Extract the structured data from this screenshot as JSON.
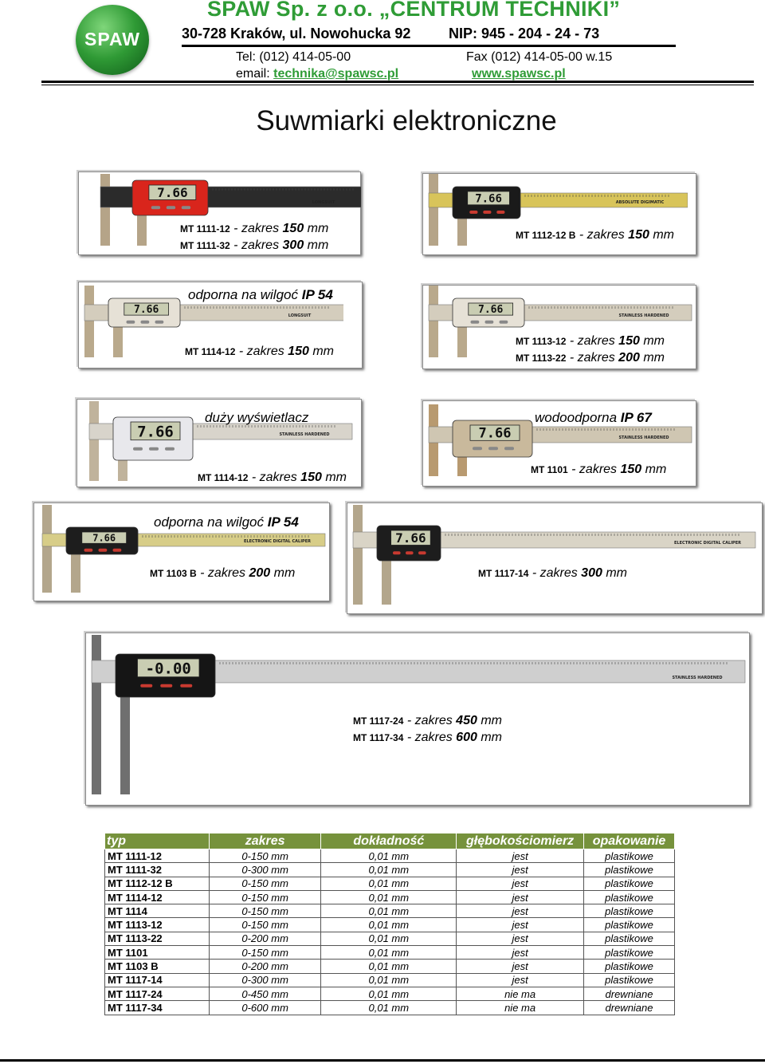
{
  "header": {
    "logo_text": "SPAW",
    "company": "SPAW Sp. z o.o. „CENTRUM TECHNIKI”",
    "address": "30-728 Kraków,  ul. Nowohucka 92",
    "nip": "NIP: 945 - 204 - 24 - 73",
    "tel": "Tel:  (012) 414-05-00",
    "fax": "Fax (012) 414-05-00 w.15",
    "email_label": "email: ",
    "email": "technika@spawsc.pl",
    "www": "www.spawsc.pl"
  },
  "title": "Suwmiarki elektroniczne",
  "products": [
    {
      "code": "MT 1111-12",
      "range": "150",
      "unit": "mm"
    },
    {
      "code": "MT 1111-32",
      "range": "300",
      "unit": "mm"
    },
    {
      "code": "MT 1112-12 B",
      "range": "150",
      "unit": "mm"
    },
    {
      "code": "MT 1114-12",
      "range": "150",
      "unit": "mm",
      "note": "odporna na wilgoć",
      "note_bold": "IP 54"
    },
    {
      "code": "MT 1113-12",
      "range": "150",
      "unit": "mm"
    },
    {
      "code": "MT 1113-22",
      "range": "200",
      "unit": "mm"
    },
    {
      "code": "MT 1114-12",
      "range": "150",
      "unit": "mm",
      "note": "duży wyświetlacz"
    },
    {
      "code": "MT 1101",
      "range": "150",
      "unit": "mm",
      "note": "wodoodporna",
      "note_bold": "IP 67"
    },
    {
      "code": "MT 1103 B",
      "range": "200",
      "unit": "mm",
      "note": "odporna na wilgoć",
      "note_bold": "IP 54"
    },
    {
      "code": "MT 1117-14",
      "range": "300",
      "unit": "mm"
    },
    {
      "code": "MT 1117-24",
      "range": "450",
      "unit": "mm"
    },
    {
      "code": "MT 1117-34",
      "range": "600",
      "unit": "mm"
    }
  ],
  "range_word": " - zakres ",
  "table": {
    "headers": [
      "typ",
      "zakres",
      "dokładność",
      "głębokościomierz",
      "opakowanie"
    ],
    "rows": [
      [
        "MT 1111-12",
        "0-150 mm",
        "0,01 mm",
        "jest",
        "plastikowe"
      ],
      [
        "MT 1111-32",
        "0-300 mm",
        "0,01 mm",
        "jest",
        "plastikowe"
      ],
      [
        "MT 1112-12 B",
        "0-150 mm",
        "0,01 mm",
        "jest",
        "plastikowe"
      ],
      [
        "MT 1114-12",
        "0-150 mm",
        "0,01 mm",
        "jest",
        "plastikowe"
      ],
      [
        "MT 1114",
        "0-150 mm",
        "0,01 mm",
        "jest",
        "plastikowe"
      ],
      [
        "MT 1113-12",
        "0-150 mm",
        "0,01 mm",
        "jest",
        "plastikowe"
      ],
      [
        "MT 1113-22",
        "0-200 mm",
        "0,01 mm",
        "jest",
        "plastikowe"
      ],
      [
        "MT 1101",
        "0-150 mm",
        "0,01 mm",
        "jest",
        "plastikowe"
      ],
      [
        "MT 1103 B",
        "0-200 mm",
        "0,01 mm",
        "jest",
        "plastikowe"
      ],
      [
        "MT 1117-14",
        "0-300 mm",
        "0,01 mm",
        "jest",
        "plastikowe"
      ],
      [
        "MT 1117-24",
        "0-450 mm",
        "0,01 mm",
        "nie ma",
        "drewniane"
      ],
      [
        "MT 1117-34",
        "0-600 mm",
        "0,01 mm",
        "nie ma",
        "drewniane"
      ]
    ]
  },
  "images": {
    "displays": [
      "7.66",
      "7.66",
      "7.66",
      "7.66",
      "7.66",
      "7.66",
      "7.66",
      "7.66",
      "-0.00"
    ],
    "scale_texts": [
      "LONGSUIT",
      "ABSOLUTE DIGIMATIC",
      "STAINLESS HARDENED",
      "ELECTRONIC DIGITAL CALIPER"
    ]
  },
  "colors": {
    "brand_green": "#2f9c36",
    "table_header": "#76923c"
  }
}
